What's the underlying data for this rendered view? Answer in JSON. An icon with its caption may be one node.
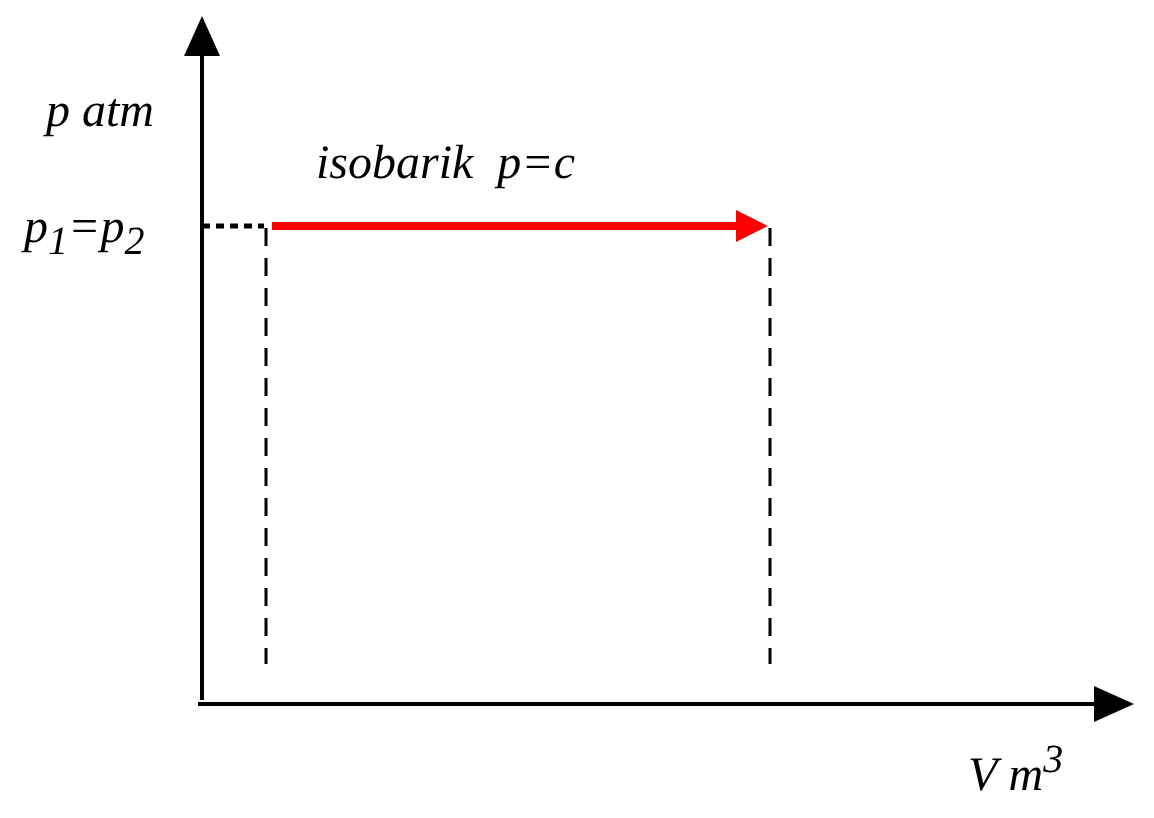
{
  "diagram": {
    "labels": [
      "p atm",
      "isobarik  p=c",
      "p$_{1}$=p$_{2}$",
      "V m$^{3}$"
    ]
  }
}
